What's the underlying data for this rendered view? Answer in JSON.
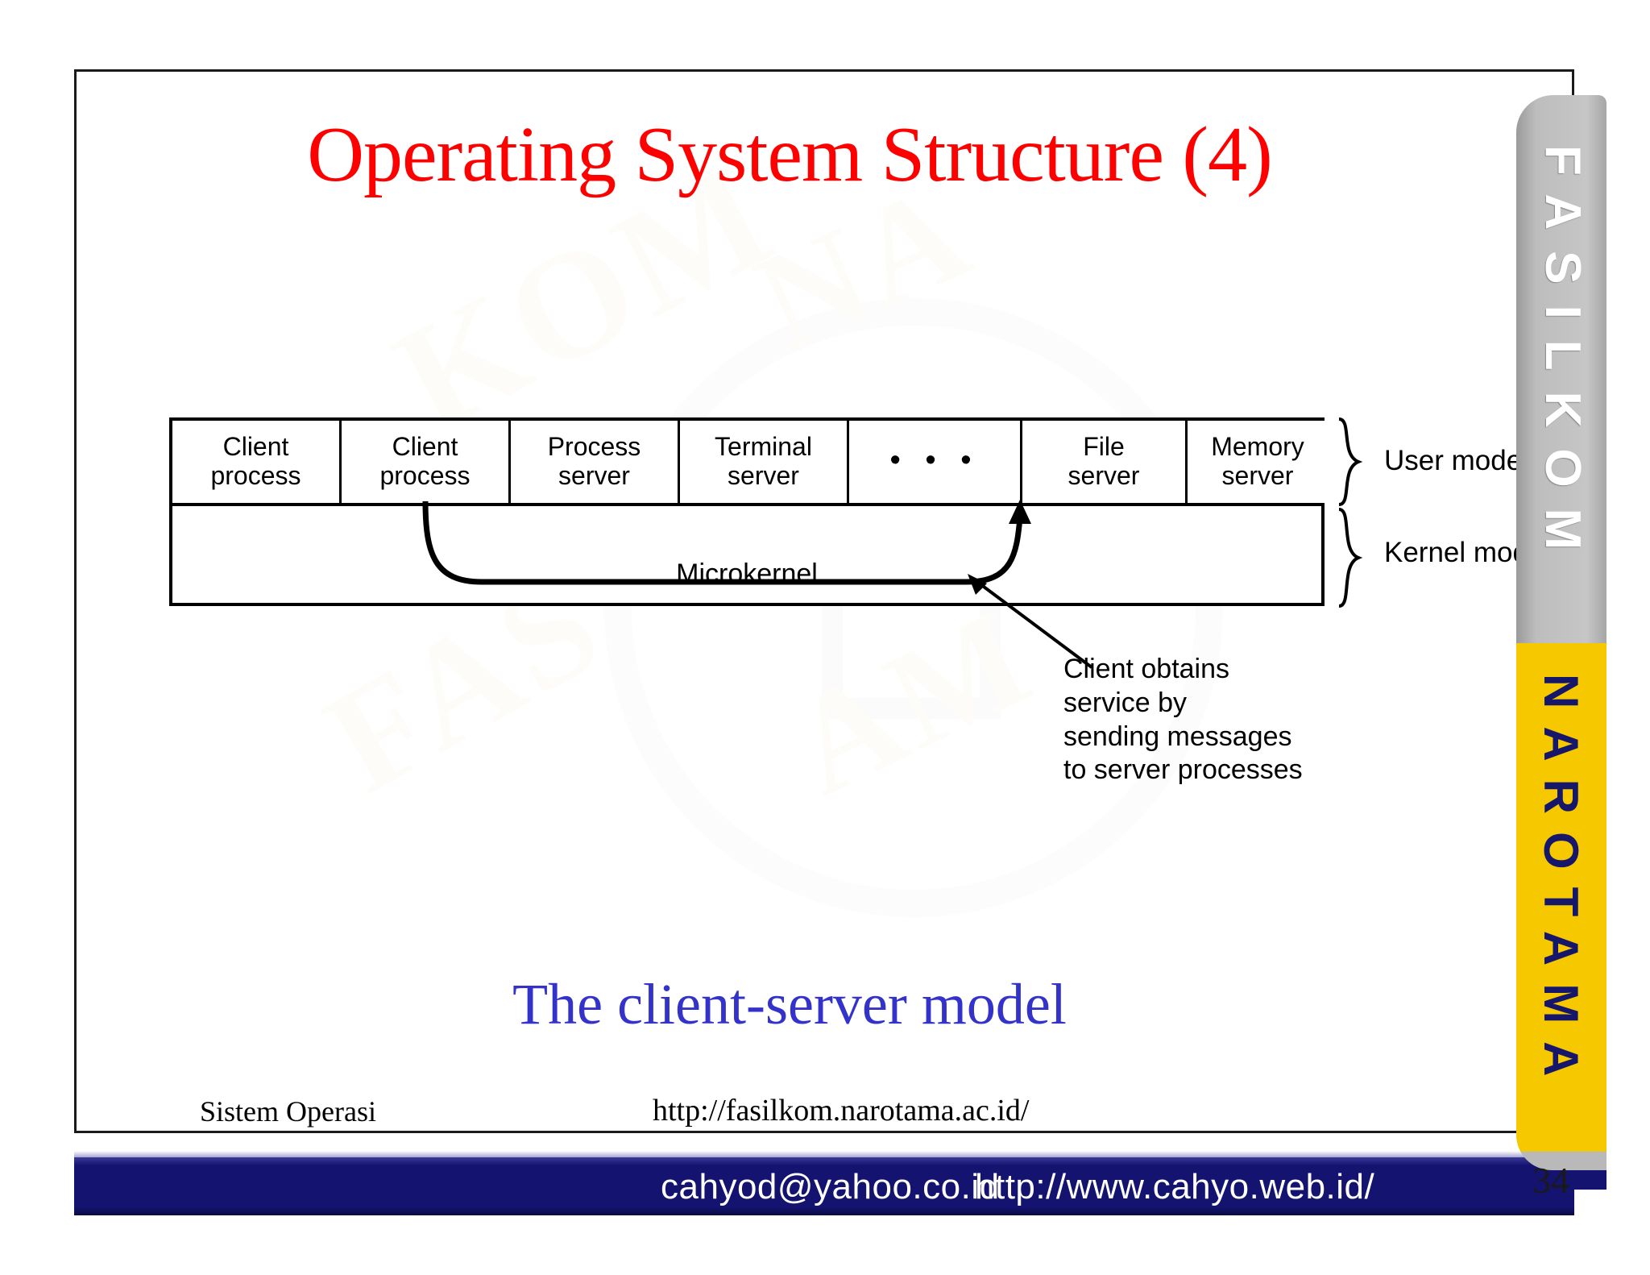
{
  "slide": {
    "title": "Operating System Structure (4)",
    "caption": "The client-server model",
    "number": "34",
    "title_color": "#ff0000",
    "caption_color": "#3333cc"
  },
  "diagram": {
    "user_row": [
      {
        "line1": "Client",
        "line2": "process"
      },
      {
        "line1": "Client",
        "line2": "process"
      },
      {
        "line1": "Process",
        "line2": "server"
      },
      {
        "line1": "Terminal",
        "line2": "server"
      },
      {
        "line1": "• • •",
        "line2": ""
      },
      {
        "line1": "File",
        "line2": "server"
      },
      {
        "line1": "Memory",
        "line2": "server"
      }
    ],
    "kernel_label": "Microkernel",
    "user_mode_label": "User mode",
    "kernel_mode_label": "Kernel mode",
    "callout": [
      "Client obtains",
      "service by",
      "sending messages",
      "to server processes"
    ]
  },
  "footer": {
    "left": "Sistem Operasi",
    "url": "http://fasilkom.narotama.ac.id/",
    "bar_email": "cahyod@yahoo.co.id",
    "bar_url": "http://www.cahyo.web.id/",
    "bar_color": "#141470"
  },
  "sidebar": {
    "top_label": "FASILKOM",
    "bottom_label": "NAROTAMA",
    "top_bg": "#c0c0c0",
    "bottom_bg": "#f5c800",
    "bottom_text_color": "#16166a"
  },
  "watermark": {
    "w1": "KOM",
    "w2": "NA",
    "w3": "FAS",
    "w4": "AM"
  }
}
